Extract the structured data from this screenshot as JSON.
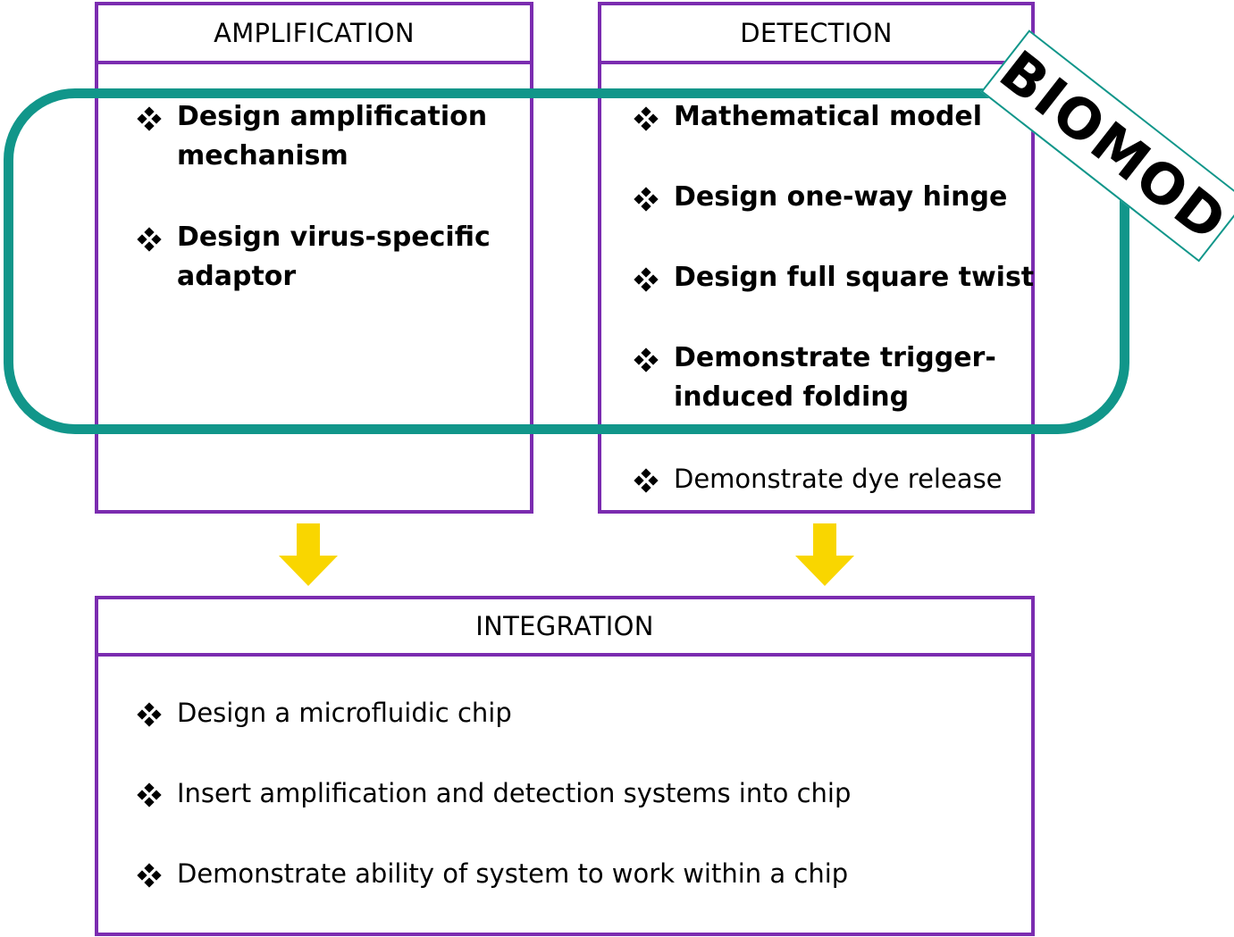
{
  "amplification": {
    "header": "AMPLIFICATION",
    "items": [
      {
        "line1": "Design amplification",
        "line2": "mechanism"
      },
      {
        "line1": "Design virus-specific",
        "line2": "adaptor"
      }
    ]
  },
  "detection": {
    "header": "DETECTION",
    "items": [
      {
        "line1": "Mathematical model"
      },
      {
        "line1": "Design one-way hinge"
      },
      {
        "line1": "Design full square twist"
      },
      {
        "line1": "Demonstrate trigger-",
        "line2": "induced folding"
      },
      {
        "line1": "Demonstrate dye release"
      }
    ]
  },
  "integration": {
    "header": "INTEGRATION",
    "items": [
      {
        "line1": "Design a microfluidic chip"
      },
      {
        "line1": "Insert amplification and detection systems into chip"
      },
      {
        "line1": "Demonstrate ability of system to work within a chip"
      }
    ]
  },
  "logo": {
    "text": "BIOMOD"
  },
  "colors": {
    "box_border": "#7b2cb0",
    "loop": "#11968a",
    "arrow": "#f9d600"
  },
  "icons": {
    "bullet": "four-diamond-bullet-icon",
    "arrow": "down-arrow-icon"
  }
}
